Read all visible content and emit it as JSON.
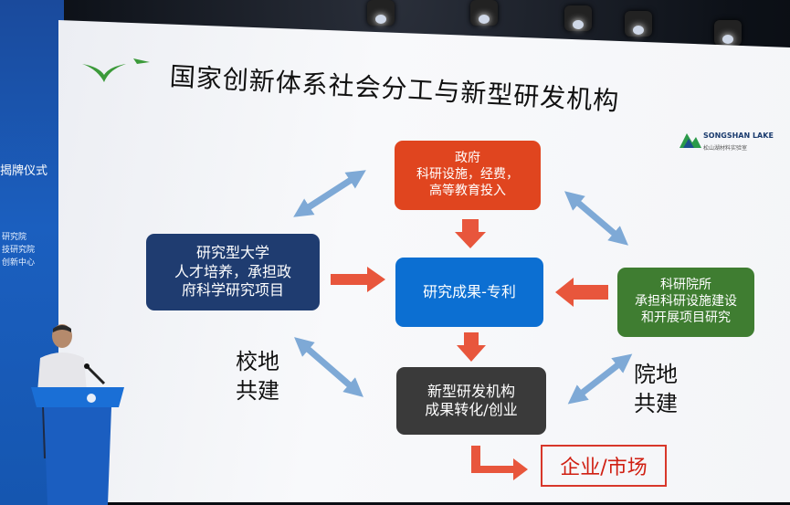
{
  "slide": {
    "title": "国家创新体系社会分工与新型研发机构",
    "brand": {
      "name": "SONGSHAN LAKE",
      "sub": "松山湖材料实验室"
    },
    "boxes": {
      "government": {
        "line1": "政府",
        "line2": "科研设施，经费，",
        "line3": "高等教育投入"
      },
      "university": {
        "line1": "研究型大学",
        "line2": "人才培养，承担政",
        "line3": "府科学研究项目"
      },
      "results": {
        "line1": "研究成果-专利"
      },
      "institutes": {
        "line1": "科研院所",
        "line2": "承担科研设施建设",
        "line3": "和开展项目研究"
      },
      "new_institution": {
        "line1": "新型研发机构",
        "line2": "成果转化/创业"
      }
    },
    "labels": {
      "school_local": {
        "line1": "校地",
        "line2": "共建"
      },
      "institute_local": {
        "line1": "院地",
        "line2": "共建"
      }
    },
    "market": "企业/市场"
  },
  "side_panel": {
    "ceremony": "揭牌仪式",
    "lines": [
      "研究院",
      "技研究院",
      "创新中心"
    ]
  },
  "colors": {
    "government": "#e0451f",
    "university": "#1f3c70",
    "results": "#0c6fd2",
    "institutes": "#3f7d31",
    "new_institution": "#3a3a3a",
    "arrow_red": "#e8563c",
    "arrow_blue": "#7ea9d6",
    "market_border": "#d8372a"
  }
}
